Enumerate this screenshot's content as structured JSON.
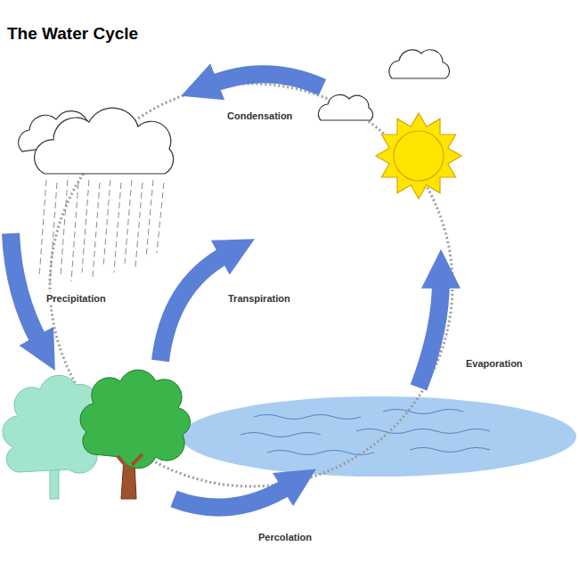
{
  "diagram": {
    "title": "The Water Cycle",
    "labels": [
      "Condensation",
      "Precipitation",
      "Transpiration",
      "Evaporation",
      "Percolation"
    ]
  }
}
